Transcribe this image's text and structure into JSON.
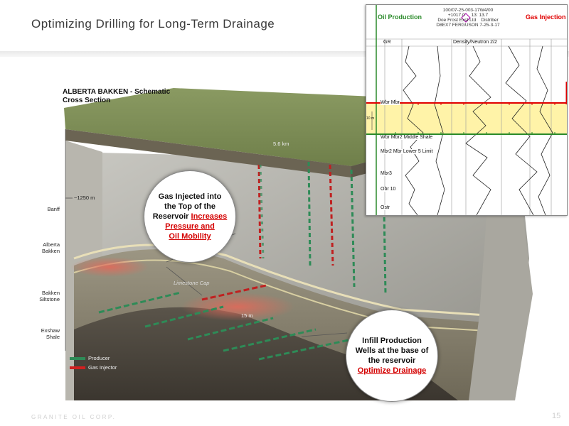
{
  "slide": {
    "title": "Optimizing Drilling for Long-Term Drainage",
    "company": "GRANITE OIL CORP.",
    "page_number": "15"
  },
  "diagram": {
    "title_line1": "ALBERTA BAKKEN - Schematic",
    "title_line2": "Cross Section",
    "depth_label": "~1250 m",
    "surface_scale": "5.6 km",
    "formations": [
      "Banff",
      "Alberta Bakken",
      "Bakken Siltstone",
      "Exshaw Shale"
    ],
    "limestone_cap": "Limestone Cap",
    "thickness_label": "15 m",
    "legend": {
      "producer": "Producer",
      "injector": "Gas Injector"
    },
    "colors": {
      "producer": "#2e8b57",
      "injector": "#d02020"
    }
  },
  "callouts": {
    "gas": {
      "line1": "Gas Injected into",
      "line2": "the Top of the",
      "line3_plain": "Reservoir ",
      "line3_emph": "Increases",
      "line4_emph": "Pressure and",
      "line5_emph": "Oil Mobility"
    },
    "infill": {
      "line1": "Infill Production",
      "line2": "Wells at the base of",
      "line3": "the reservoir",
      "line4_emph": "Optimize Drainage"
    }
  },
  "well_log": {
    "oil_label": "Oil Production",
    "gas_label": "Gas Injection",
    "header_line1": "100/07-25-003-17W4/00",
    "header_line2a": "+1017.0",
    "header_line2b": "13: 13.7",
    "header_line3a": "Doe Frost Exst Ltd",
    "header_line3b": "Distriber",
    "header_line4": "D8EX7 FERGUSON 7-25-3-17",
    "track_left": "GR",
    "track_mid": "Density/Neutron 2/2",
    "scale_label": "10 m",
    "formations": [
      "Wbr Mbr",
      "Wbr Mbr2 Middle Shale",
      "Mbr2 Mbr Lower 5 Limit",
      "Mbr3",
      "Obr 10",
      "Ostr"
    ],
    "colors": {
      "oil": "#2a8a2a",
      "gas": "#e00000",
      "zone": "#fff3a8"
    }
  }
}
